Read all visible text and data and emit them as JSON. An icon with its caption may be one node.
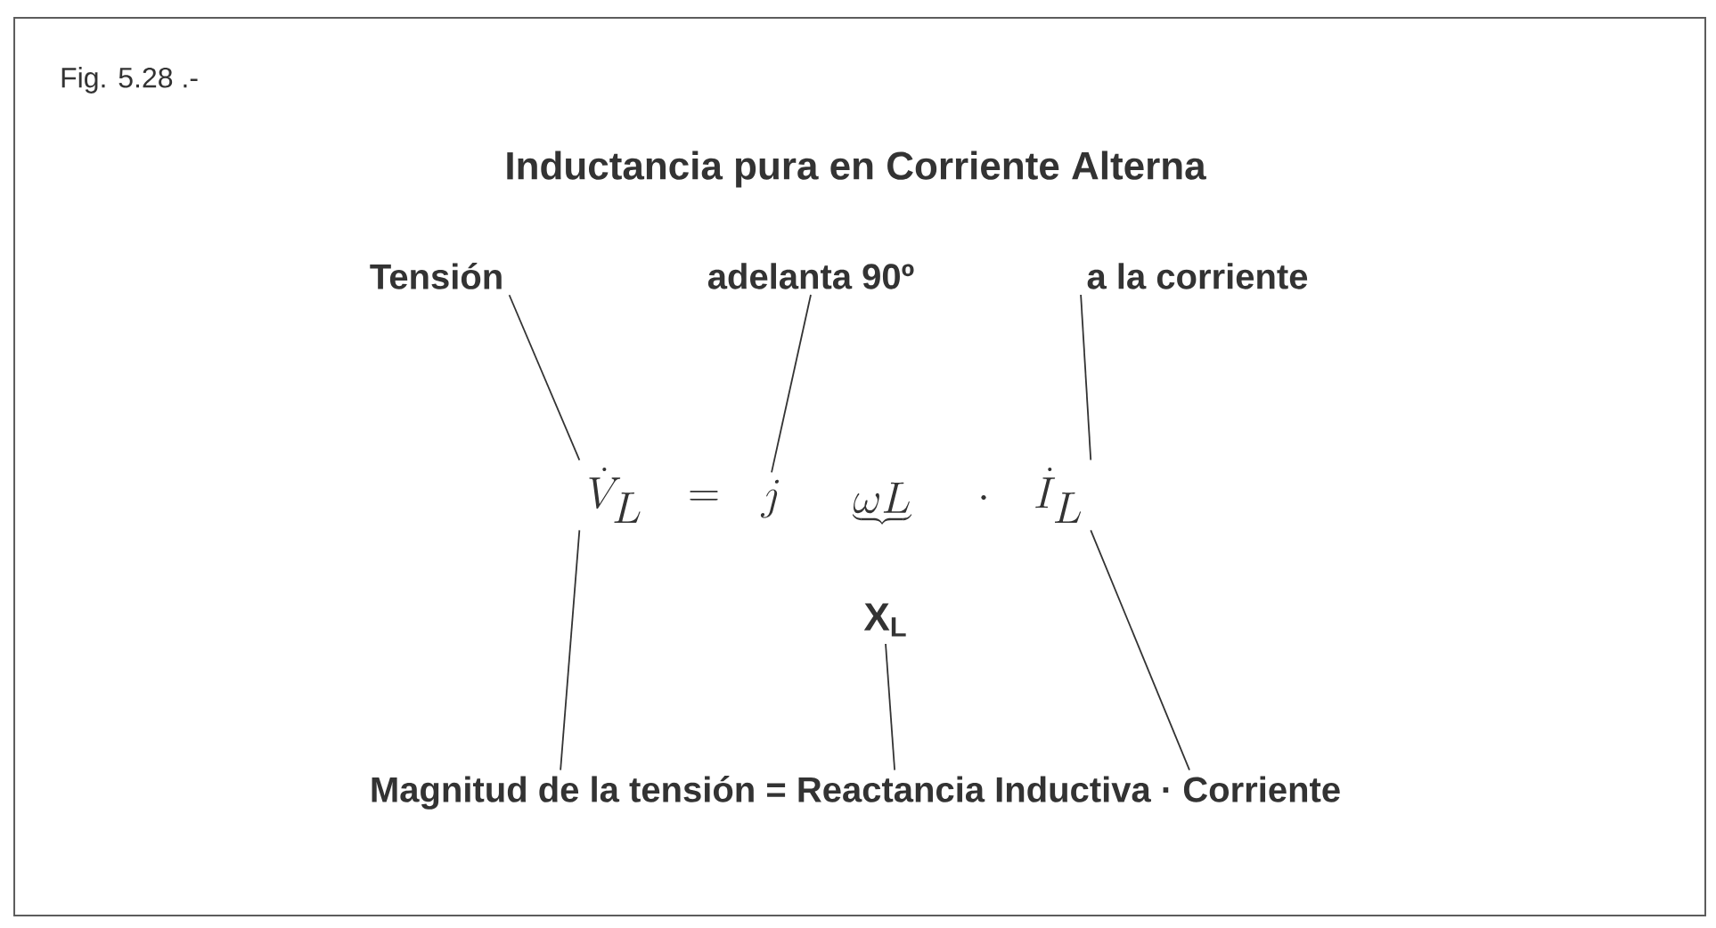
{
  "diagram": {
    "title": "Inductancia pura en Corriente Alterna",
    "nodes": [
      {
        "text": [
          "Tensión"
        ]
      },
      {
        "text": [
          "adelanta 90º"
        ]
      },
      {
        "text": [
          "a la corriente"
        ]
      },
      {
        "text": [
          "\\dot{V}_L"
        ]
      },
      {
        "text": [
          "j"
        ]
      },
      {
        "text": [
          "\\underbrace{\\omega L}"
        ]
      },
      {
        "text": [
          "X$_{L}$"
        ]
      },
      {
        "text": [
          "\\dot{I}_L"
        ]
      },
      {
        "text": [
          "Magnitud de la tensión = Reactancia Inductiva · Corriente"
        ]
      }
    ],
    "edges": [
      {
        "from": 0,
        "to": 3,
        "arrow": "none"
      },
      {
        "from": 1,
        "to": 4,
        "arrow": "none"
      },
      {
        "from": 2,
        "to": 7,
        "arrow": "none"
      },
      {
        "from": 8,
        "to": 3,
        "arrow": "none"
      },
      {
        "from": 8,
        "to": 6,
        "arrow": "none"
      },
      {
        "from": 8,
        "to": 7,
        "arrow": "none"
      }
    ],
    "labels": [
      "Fig. 5.28 .-",
      "=",
      "\\cdot"
    ]
  }
}
